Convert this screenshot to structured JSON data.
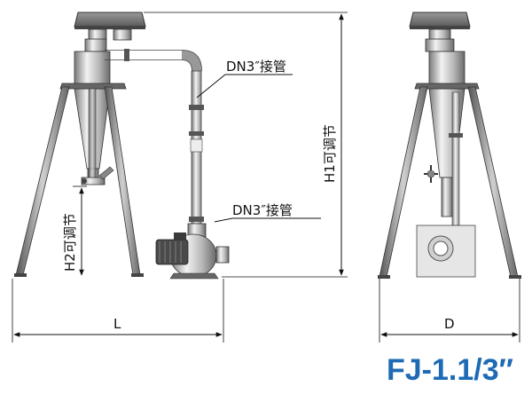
{
  "labels": {
    "pipe_top": "DN3″接管",
    "pipe_bottom": "DN3″接管",
    "h1": "H1可调节",
    "h2": "H2可调节",
    "width_front": "L",
    "width_side": "D"
  },
  "model": "FJ-1.1/3″",
  "colors": {
    "model_text": "#1f6ab5",
    "line": "#111111",
    "metal_dark": "#555555",
    "metal_light": "#d8d8d8"
  }
}
